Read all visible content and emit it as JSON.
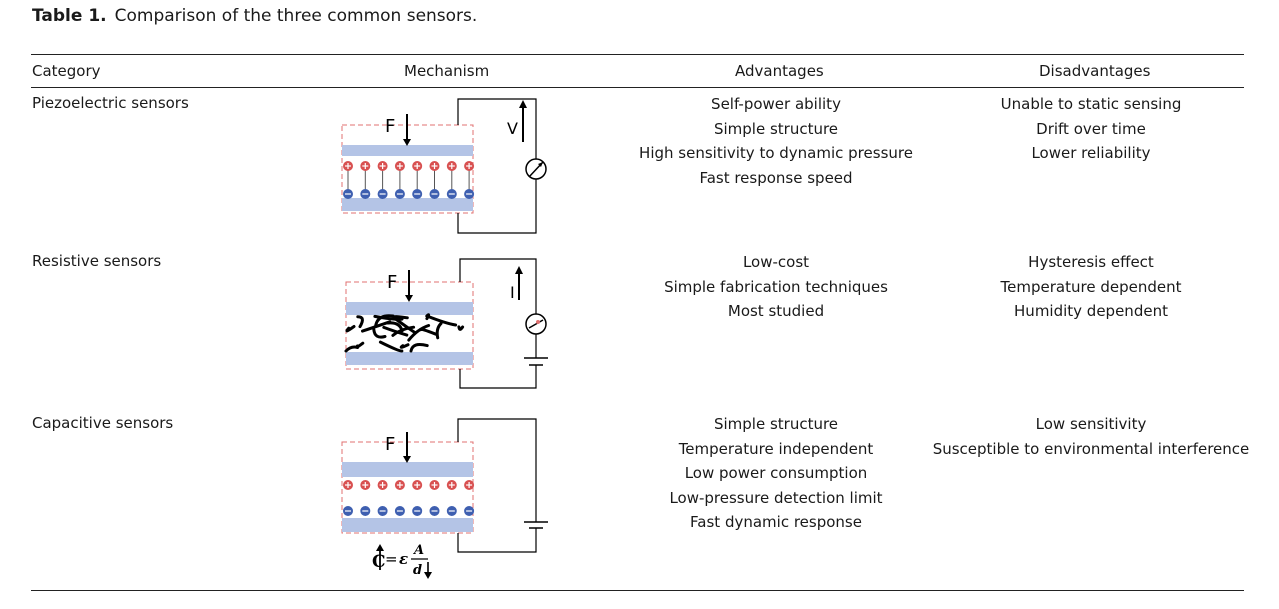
{
  "caption": {
    "label": "Table 1.",
    "text": "Comparison of the three common sensors."
  },
  "headers": {
    "category": "Category",
    "mechanism": "Mechanism",
    "advantages": "Advantages",
    "disadvantages": "Disadvantages"
  },
  "rows": [
    {
      "category": "Piezoelectric sensors",
      "mechanism": {
        "force_label": "F",
        "meter_label": "V"
      },
      "advantages": [
        "Self-power ability",
        "Simple structure",
        "High sensitivity to dynamic pressure",
        "Fast response speed"
      ],
      "disadvantages": [
        "Unable to static sensing",
        "Drift over time",
        "Lower reliability"
      ]
    },
    {
      "category": "Resistive sensors",
      "mechanism": {
        "force_label": "F",
        "meter_label": "I"
      },
      "advantages": [
        "Low-cost",
        "Simple fabrication techniques",
        "Most studied"
      ],
      "disadvantages": [
        "Hysteresis effect",
        "Temperature dependent",
        "Humidity dependent"
      ]
    },
    {
      "category": "Capacitive sensors",
      "mechanism": {
        "force_label": "F",
        "formula_c": "C",
        "formula_eps": "ε",
        "formula_a": "A",
        "formula_d": "d"
      },
      "advantages": [
        "Simple structure",
        "Temperature independent",
        "Low power consumption",
        "Low-pressure detection limit",
        "Fast dynamic response"
      ],
      "disadvantages": [
        "Low sensitivity",
        "Susceptible to environmental interference"
      ]
    }
  ]
}
